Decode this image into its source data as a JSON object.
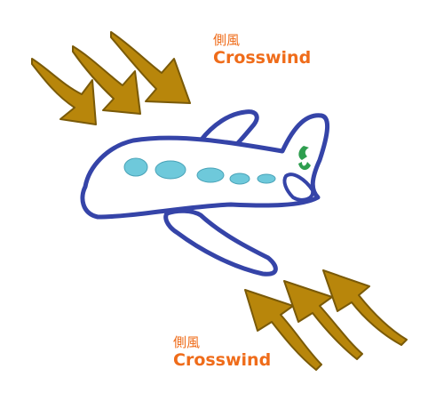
{
  "labels": {
    "top": {
      "japanese": "側風",
      "english": "Crosswind"
    },
    "bottom": {
      "japanese": "側風",
      "english": "Crosswind"
    }
  },
  "colors": {
    "arrow": "#b8860b",
    "arrow_outline": "#7a5a08",
    "plane_outline": "#3544a8",
    "plane_fill": "#ffffff",
    "window": "#6ec9db",
    "tail_logo": "#2e9e4f",
    "label_text": "#ef6c1a"
  },
  "icons": [
    "crosswind-arrow-icon",
    "airplane-icon",
    "tail-logo-icon"
  ]
}
